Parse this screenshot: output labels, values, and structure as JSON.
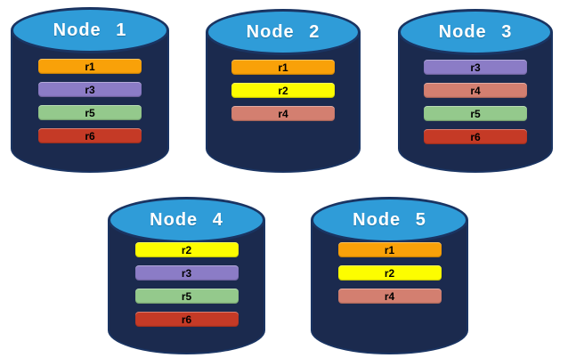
{
  "diagram": {
    "description": "Database nodes with replica placement"
  },
  "replica_colors": {
    "r1": "#F9A109",
    "r2": "#FDFD00",
    "r3": "#8B7CC6",
    "r4": "#D37F70",
    "r5": "#94C98C",
    "r6": "#C53A26"
  },
  "nodes": [
    {
      "label": "Node 1",
      "replicas": [
        "r1",
        "r3",
        "r5",
        "r6"
      ]
    },
    {
      "label": "Node 2",
      "replicas": [
        "r1",
        "r2",
        "r4"
      ]
    },
    {
      "label": "Node 3",
      "replicas": [
        "r3",
        "r4",
        "r5",
        "r6"
      ]
    },
    {
      "label": "Node 4",
      "replicas": [
        "r2",
        "r3",
        "r5",
        "r6"
      ]
    },
    {
      "label": "Node 5",
      "replicas": [
        "r1",
        "r2",
        "r4"
      ]
    }
  ],
  "colors": {
    "background": "#FFFFFF",
    "cylinder_body": "#1B2A4E",
    "cylinder_top": "#2F9CD8",
    "cylinder_outline": "#1A3462",
    "title_text": "#FFFFFF",
    "bar_text": "#000000"
  }
}
